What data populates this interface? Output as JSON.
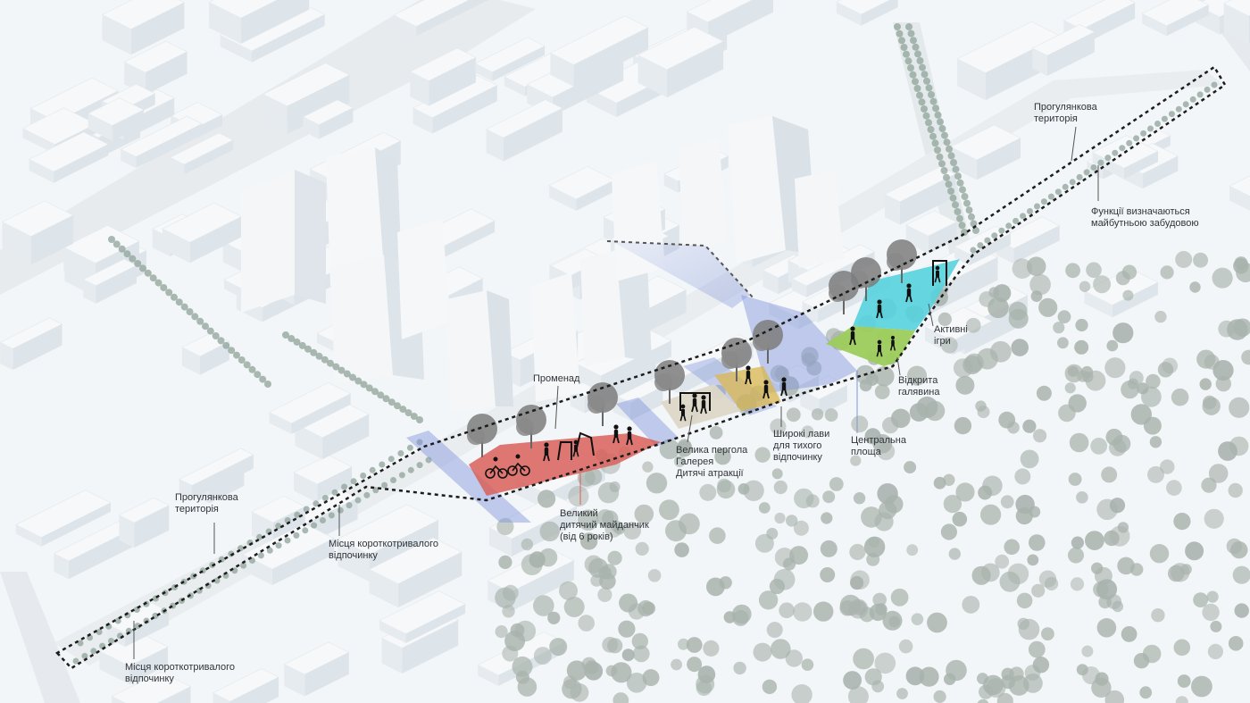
{
  "colors": {
    "background": "#f3f6f8",
    "building_roof": "#f6f8fa",
    "building_side": "#dde4ea",
    "building_shadow": "#e6ebef",
    "road": "#e9edf0",
    "forest_tree": "#a9b3ad",
    "street_tree": "#8fa39a",
    "plaza_blue": "#7f93db",
    "playground_red": "#d9605a",
    "pergola_tan": "#ddd7c8",
    "benches_yellow": "#d8b64e",
    "lawn_green": "#9ccc5b",
    "games_cyan": "#56d3dd",
    "outline": "#1c1c1c",
    "leader": "#555555",
    "text": "#2f3338"
  },
  "labels": {
    "walk_top": "Прогулянкова\nтериторія",
    "future_functions": "Функції визначаються\nмайбутньою забудовою",
    "active_games": "Активні\nігри",
    "open_lawn": "Відкрита\nгалявина",
    "central_square": "Центральна\nплоща",
    "wide_benches": "Широкі лави\nдля тихого\nвідпочинку",
    "pergola": "Велика пергола\nГалерея\nДитячі атракції",
    "promenade": "Променад",
    "playground": "Великий\nдитячий майданчик\n(від 6 років)",
    "short_rest_mid": "Місця короткотривалого\nвідпочинку",
    "walk_bottom": "Прогулянкова\nтериторія",
    "short_rest_bottom": "Місця короткотривалого\nвідпочинку"
  }
}
